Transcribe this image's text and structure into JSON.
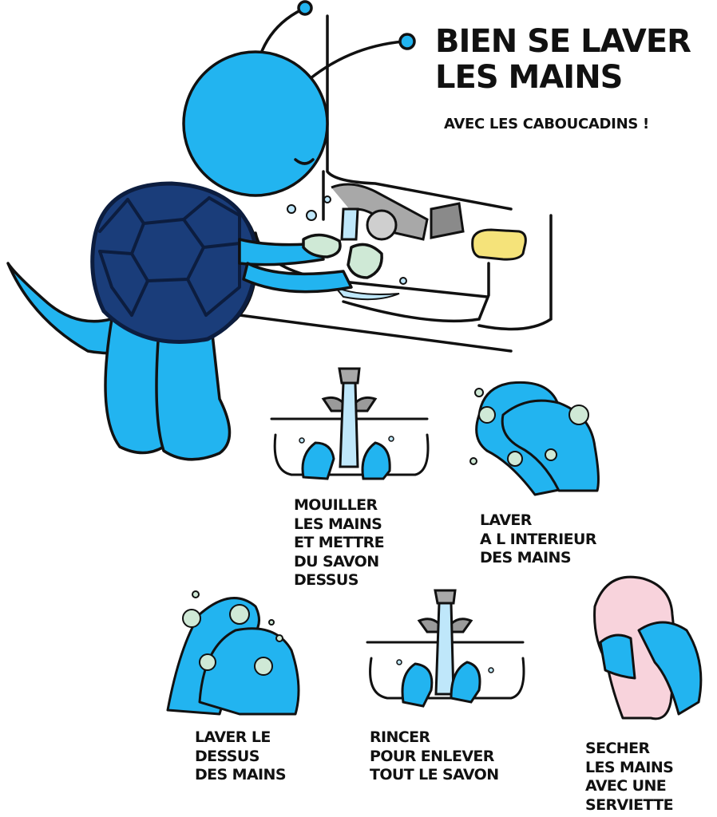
{
  "title": "BIEN SE LAVER\nLES MAINS",
  "subtitle": "AVEC LES CABOUCADINS !",
  "steps": [
    {
      "label": "MOUILLER\nLES MAINS\nET METTRE\nDU SAVON\nDESSUS"
    },
    {
      "label": "LAVER\nA L INTERIEUR\nDES MAINS"
    },
    {
      "label": "LAVER LE\nDESSUS\nDES MAINS"
    },
    {
      "label": "RINCER\nPOUR ENLEVER\nTOUT LE SAVON"
    },
    {
      "label": "SECHER\nLES MAINS\nAVEC UNE\nSERVIETTE"
    }
  ],
  "colors": {
    "character_blue": "#22b4f0",
    "shell_dark": "#1a3d7a",
    "shell_lines": "#0c1d3f",
    "soap": "#f5e37a",
    "foam": "#cfe9d6",
    "water": "#bfe7fa",
    "faucet": "#9a9a9a",
    "towel": "#f8d3dc"
  }
}
